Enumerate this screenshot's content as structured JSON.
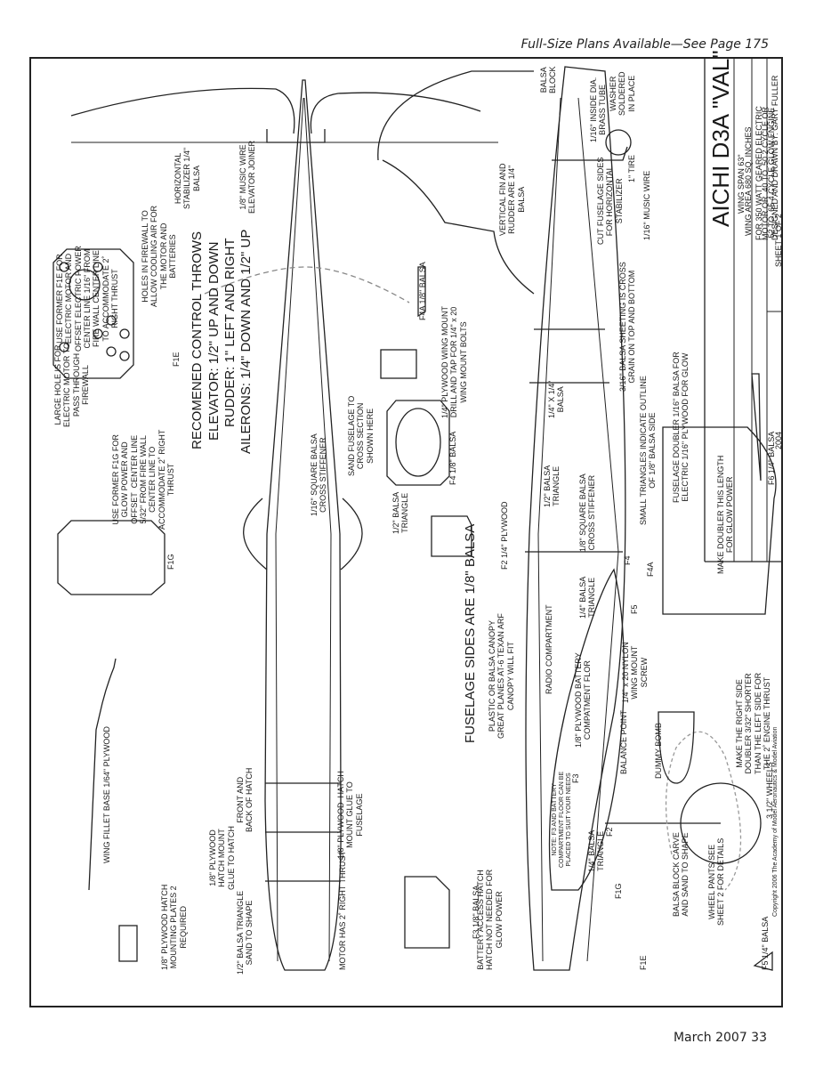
{
  "page": {
    "header_note": "Full-Size Plans Available—See Page 175",
    "footer": "March 2007  33"
  },
  "title_block": {
    "title": "AICHI D3A \"VAL\"",
    "wing_span": "WING SPAN 63\"",
    "wing_area": "WING AREA 680 SQ. INCHES",
    "power_line1": "FOR 350 WATT GEARED ELECTRIC",
    "power_line2": "MOTOR OR .40 TO .50 2 CYCLE OR",
    "power_line3": ".52 TO .65 4 CYCLE GLOW ENGINE",
    "designer": "DESIGNED AND DRAWN BY: GARY FULLER",
    "year": "2004",
    "sheet": "SHEET 1 OF 2",
    "copyright": "Copyright 2006 The Academy of Model Aeronautics & Model Aviation"
  },
  "control_throws": {
    "heading": "RECOMENED CONTROL THROWS",
    "elevator": "ELEVATOR: 1/2\" UP AND DOWN",
    "rudder": "RUDDER: 1\" LEFT AND RIGHT",
    "ailerons": "AILERONS: 1/4\" DOWN AND 1/2\" UP"
  },
  "labels": {
    "fuselage_sides": "FUSELAGE SIDES ARE 1/8\" BALSA",
    "f1e_note": "USE FORMER F1E FOR\nELECTRIC MOTOR AND\nOFFSET ELECTRIC POWER\nCENTER LINE 1/16\" FROM\nFIRE WALL CENTER LINE\nTO ACCOMMODATE 2˚\nRIGHT THRUST",
    "holes_note": "HOLES IN FIREWALL TO\nALLOW COOLING AIR FOR\nTHE MOTOR AND\nBATTERIES",
    "f1e": "F1E",
    "large_hole": "LARGE HOLE IS FOR\nELECTRIC MOTOR TO\nPASS THROUGH\nFIREWALL",
    "f1g_note": "USE FORMER F1G FOR\nGLOW POWER AND\nOFFSET  CENTER LINE\n5/32\" FROM FIRE WALL\nCENTER LINE TO\nACCOMMODATE 2˚ RIGHT\nTHRUST",
    "f1g": "F1G",
    "wing_fillet": "WING FILLET BASE 1/64\" PLYWOOD",
    "hatch_plates": "1/8\" PLYWOOD HATCH\nMOUNTING PLATES 2\nREQUIRED",
    "hatch_mount": "1/8\" PLYWOOD\nHATCH MOUNT\nGLUE TO HATCH",
    "balsa_triangle_sand": "1/2\" BALSA TRIANGLE\nSAND TO SHAPE",
    "front_back_hatch": "FRONT AND\nBACK OF HATCH",
    "hatch_mount_fuse": "1/8\" PLYWOOD  HATCH\nMOUNT GLUE TO\nFUSELAGE",
    "motor_thrust": "MOTOR HAS 2˚ RIGHT THRUST",
    "cross_stiffener_top": "1/16\" SQUARE BALSA\nCROSS STIFFENER",
    "horiz_stab": "HORIZONTAL\nSTABILIZER 1/4\"\nBALSA",
    "elevator_joiner": "1/8\" MUSIC WIRE\nELEVATOR JOINER",
    "sand_fuselage": "SAND FUSELAGE TO\nCROSS SECTION\nSHOWN HERE",
    "f4": "F4 1/8\" BALSA",
    "wing_mount": "1/4\" PLYWOOD WING MOUNT\nDRILL AND TAP FOR 1/4\" x 20\nWING MOUNT BOLTS",
    "f4a": "F4A 1/8\" BALSA",
    "half_triangle": "1/2\" BALSA\nTRIANGLE",
    "f2": "F2 1/4\" PLYWOOD",
    "canopy": "PLASTIC OR BALSA CANOPY\nGREAT PLANES AT-6 TEXAN ARF\nCANOPY WILL FIT",
    "battery_hatch": "BATTERY ACCESS HATCH\nHATCH NOT NEEDED FOR\nGLOW POWER",
    "f3": "F3 1/8\" BALSA",
    "f3_note": "NOTE: F3 AND BATTERY\nCOMPARTMENT FLOOR CAN BE\nPLACED TO SUIT YOUR NEEDS",
    "f3_tag": "F3",
    "radio": "RADIO COMPARTMENT",
    "battery_floor": "1/8\" PLYWOOD BATTERY\nCOMPATMENT FLOR",
    "balance": "BALANCE POINT",
    "quarter_triangle": "1/4\" BALSA\nTRIANGLE",
    "f2_tag": "F2",
    "f1g_tag": "F1G",
    "f1e_tag": "F1E",
    "half_triangle_2": "1/2\" BALSA\nTRIANGLE",
    "sq_stiffener": "1/8\" SQUARE BALSA\nCROSS STIFFENER",
    "quarter_triangle_2": "1/4\" BALSA\nTRIANGLE",
    "quarter_x_quarter": "1/4\" X 1/4\"\nBALSA",
    "f5_tag": "F5",
    "f4a_tag": "F4A",
    "f4_tag": "F4",
    "small_triangles": "SMALL TRIANGLES INDICATE OUTLINE\nOF 1/8\" BALSA SIDE",
    "sheeting": "3/16\" BALSA SHEETING IS CROSS\nGRAIN ON TOP AND BOTTOM",
    "vert_fin": "VERTICAL FIN AND\nRUDDER ARE 1/4\"\nBALSA",
    "cut_fuselage": "CUT FUSELAGE SIDES\nFOR HORIZONTAL\nSTABILIZER",
    "balsa_block": "BALSA\nBLOCK",
    "brass_tube": "1/16\" INSIDE DIA.\nBRASS TUBE",
    "washer": "WASHER\nSOLDERED\nIN PLACE",
    "tire": "1\" TIRE",
    "music_wire": "1/16\" MUSIC WIRE",
    "nylon_screw": "1/4\" x 20 NYLON\nWING MOUNT\nSCREW",
    "dummy_bomb": "DUMMY BOMB",
    "wheels": "3 1/2\" WHEELS",
    "balsa_carve": "BALSA BLOCK CARVE\nAND SAND TO SHAPE",
    "wheel_pants": "WHEEL PANTS SEE\nSHEET 2 FOR DETAILS",
    "f5": "F5 1/4\" BALSA",
    "right_side": "MAKE THE RIGHT SIDE\nDOUBLER 3/32\" SHORTER\nTHAN THE LEFT SIDE FOR\nTHE 2˚ ENGINE THRUST",
    "doubler_length": "MAKE DOUBLER THIS LENGTH\nFOR GLOW POWER",
    "fuselage_doubler": "FUSELAGE DOUBLER 1/16\" BALSA FOR\nELECTRIC 1/16\" PLYWOOD FOR GLOW",
    "f6": "F6 1/4\" BALSA"
  }
}
